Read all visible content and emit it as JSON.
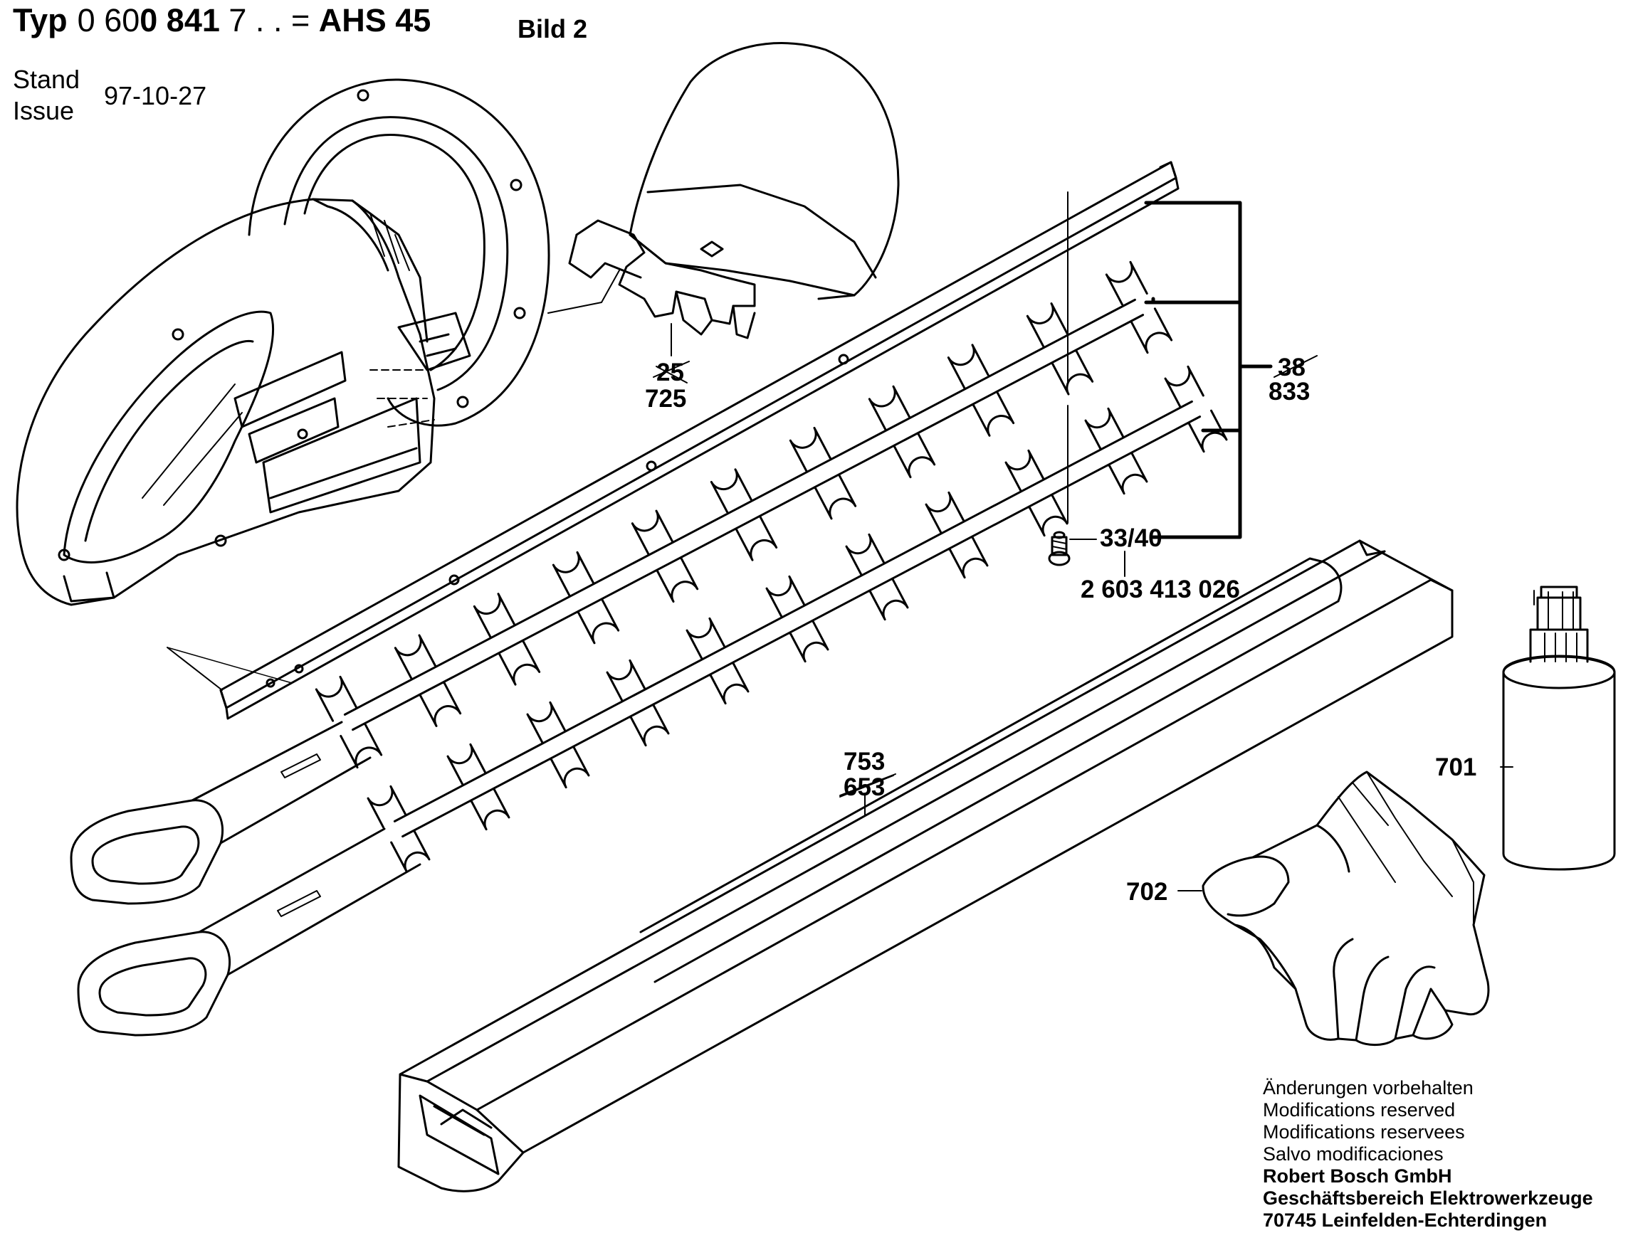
{
  "header": {
    "typ_word": "Typ",
    "typ_num_a": "0 60",
    "typ_num_b": "0 841",
    "typ_num_c": "7 . . =",
    "model": "AHS 45",
    "figure": "Bild 2",
    "stand_label_de": "Stand",
    "stand_label_en": "Issue",
    "date": "97-10-27"
  },
  "callouts": {
    "shield_old": "25",
    "shield_new": "725",
    "blade_old": "38",
    "blade_new": "833",
    "screw": "33/40",
    "screw_part_no": "2 603 413 026",
    "sheath_new": "753",
    "sheath_old": "653",
    "oil": "701",
    "gloves": "702"
  },
  "footer": {
    "lines": [
      "Änderungen vorbehalten",
      "Modifications reserved",
      "Modifications reservees",
      "Salvo modificaciones"
    ],
    "company": "Robert Bosch GmbH",
    "division": "Geschäftsbereich Elektrowerkzeuge",
    "address": "70745 Leinfelden-Echterdingen"
  }
}
